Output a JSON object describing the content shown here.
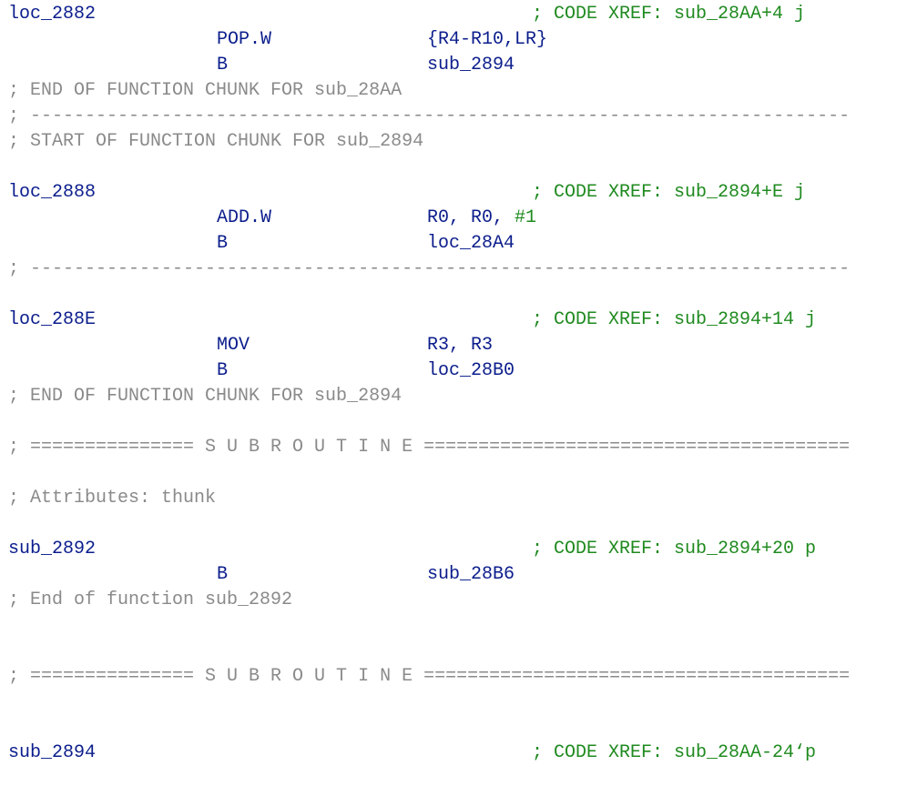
{
  "colors": {
    "label": "#0b1d8c",
    "instruction": "#0b1d8c",
    "xref_comment": "#1f8a1f",
    "immediate": "#1f8a1f",
    "comment": "#8a8a8a",
    "background": "#ffffff"
  },
  "lines": [
    {
      "label": "loc_2882",
      "xref": "; CODE XREF: sub_28AA+4 j"
    },
    {
      "mnemonic": "POP.W",
      "operands": "{R4-R10,LR}"
    },
    {
      "mnemonic": "B",
      "operands": "sub_2894"
    },
    {
      "comment": "; END OF FUNCTION CHUNK FOR sub_28AA"
    },
    {
      "comment": "; ---------------------------------------------------------------------------"
    },
    {
      "comment": "; START OF FUNCTION CHUNK FOR sub_2894"
    },
    {
      "blank": true
    },
    {
      "label": "loc_2888",
      "xref": "; CODE XREF: sub_2894+E j"
    },
    {
      "mnemonic": "ADD.W",
      "operands": "R0, R0, ",
      "imm": "#1"
    },
    {
      "mnemonic": "B",
      "operands": "loc_28A4"
    },
    {
      "comment": "; ---------------------------------------------------------------------------"
    },
    {
      "blank": true
    },
    {
      "label": "loc_288E",
      "xref": "; CODE XREF: sub_2894+14 j"
    },
    {
      "mnemonic": "MOV",
      "operands": "R3, R3"
    },
    {
      "mnemonic": "B",
      "operands": "loc_28B0"
    },
    {
      "comment": "; END OF FUNCTION CHUNK FOR sub_2894"
    },
    {
      "blank": true
    },
    {
      "comment": "; =============== S U B R O U T I N E ======================================="
    },
    {
      "blank": true
    },
    {
      "comment": "; Attributes: thunk"
    },
    {
      "blank": true
    },
    {
      "label": "sub_2892",
      "xref": "; CODE XREF: sub_2894+20 p"
    },
    {
      "mnemonic": "B",
      "operands": "sub_28B6"
    },
    {
      "comment": "; End of function sub_2892"
    },
    {
      "blank": true
    },
    {
      "blank": true
    },
    {
      "comment": "; =============== S U B R O U T I N E ======================================="
    },
    {
      "blank": true
    },
    {
      "blank": true
    },
    {
      "label": "sub_2894",
      "xref": "; CODE XREF: sub_28AA-24‘p"
    }
  ]
}
